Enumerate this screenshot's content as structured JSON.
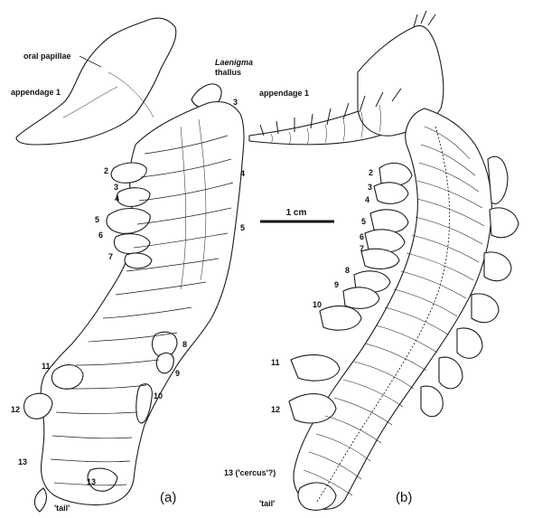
{
  "figure": {
    "panel_a": {
      "panel_label": "(a)",
      "labels": {
        "oral_papillae": "oral papillae",
        "appendage_1": "appendage 1",
        "thallus_genus": "Laenigma",
        "thallus_word": "thallus",
        "tail": "'tail'"
      },
      "segments": [
        "2",
        "3",
        "4",
        "5",
        "6",
        "7",
        "3",
        "4",
        "5",
        "8",
        "9",
        "10",
        "11",
        "12",
        "13",
        "13"
      ]
    },
    "panel_b": {
      "panel_label": "(b)",
      "labels": {
        "appendage_1": "appendage 1",
        "cercus": "13 ('cercus'?)",
        "tail": "'tail'"
      },
      "segments": [
        "2",
        "3",
        "4",
        "5",
        "6",
        "7",
        "8",
        "9",
        "10",
        "11",
        "12"
      ]
    },
    "scale_bar": {
      "label": "1 cm"
    }
  }
}
